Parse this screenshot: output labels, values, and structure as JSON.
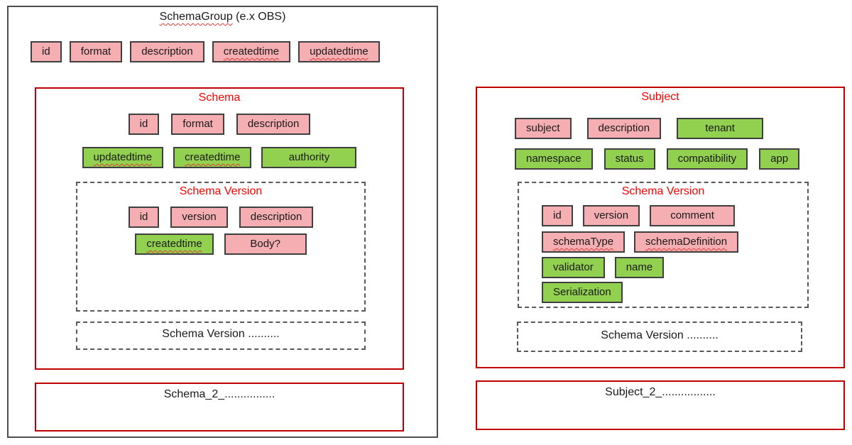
{
  "colors": {
    "field_pink": "#f5aeb2",
    "field_green": "#92d050",
    "red_border": "#c00000",
    "red_title": "#ff0000",
    "outer_border": "#4d4d4d",
    "dashed_border": "#595959"
  },
  "schema_group": {
    "title_word": "SchemaGroup",
    "title_rest": " (e.x OBS)",
    "fields": [
      {
        "label": "id",
        "color": "pink"
      },
      {
        "label": "format",
        "color": "pink"
      },
      {
        "label": "description",
        "color": "pink"
      },
      {
        "label": "createdtime",
        "color": "pink",
        "squiggle": true
      },
      {
        "label": "updatedtime",
        "color": "pink",
        "squiggle": true
      }
    ],
    "schema": {
      "title": "Schema",
      "row1": [
        {
          "label": "id",
          "color": "pink"
        },
        {
          "label": "format",
          "color": "pink"
        },
        {
          "label": "description",
          "color": "pink"
        }
      ],
      "row2": [
        {
          "label": "updatedtime",
          "color": "green",
          "squiggle": true
        },
        {
          "label": "createdtime",
          "color": "green",
          "squiggle": true
        },
        {
          "label": "authority",
          "color": "green",
          "minw": 134
        }
      ],
      "schema_version": {
        "title": "Schema Version",
        "row1": [
          {
            "label": "id",
            "color": "pink"
          },
          {
            "label": "version",
            "color": "pink"
          },
          {
            "label": "description",
            "color": "pink"
          }
        ],
        "row2": [
          {
            "label": "createdtime",
            "color": "green",
            "squiggle": true
          },
          {
            "label": "Body?",
            "color": "pink",
            "minw": 116
          }
        ]
      },
      "more_versions": "Schema Version .........."
    },
    "schema_2": "Schema_2_................"
  },
  "subject": {
    "title": "Subject",
    "row1": [
      {
        "label": "subject",
        "color": "pink"
      },
      {
        "label": "description",
        "color": "pink"
      },
      {
        "label": "tenant",
        "color": "green",
        "minw": 122
      }
    ],
    "row2": [
      {
        "label": "namespace",
        "color": "green"
      },
      {
        "label": "status",
        "color": "green"
      },
      {
        "label": "compatibility",
        "color": "green"
      },
      {
        "label": "app",
        "color": "green"
      }
    ],
    "schema_version": {
      "title": "Schema Version",
      "row1": [
        {
          "label": "id",
          "color": "pink"
        },
        {
          "label": "version",
          "color": "pink"
        },
        {
          "label": "comment",
          "color": "pink",
          "minw": 120
        }
      ],
      "row2": [
        {
          "label": "schemaType",
          "color": "pink",
          "squiggle": true
        },
        {
          "label": "schemaDefinition",
          "color": "pink",
          "squiggle": true
        }
      ],
      "row3": [
        {
          "label": "validator",
          "color": "green"
        },
        {
          "label": "name",
          "color": "green"
        }
      ],
      "row4": [
        {
          "label": "Serialization",
          "color": "green"
        }
      ]
    },
    "more_versions": "Schema Version ..........",
    "subject_2": "Subject_2_................."
  }
}
